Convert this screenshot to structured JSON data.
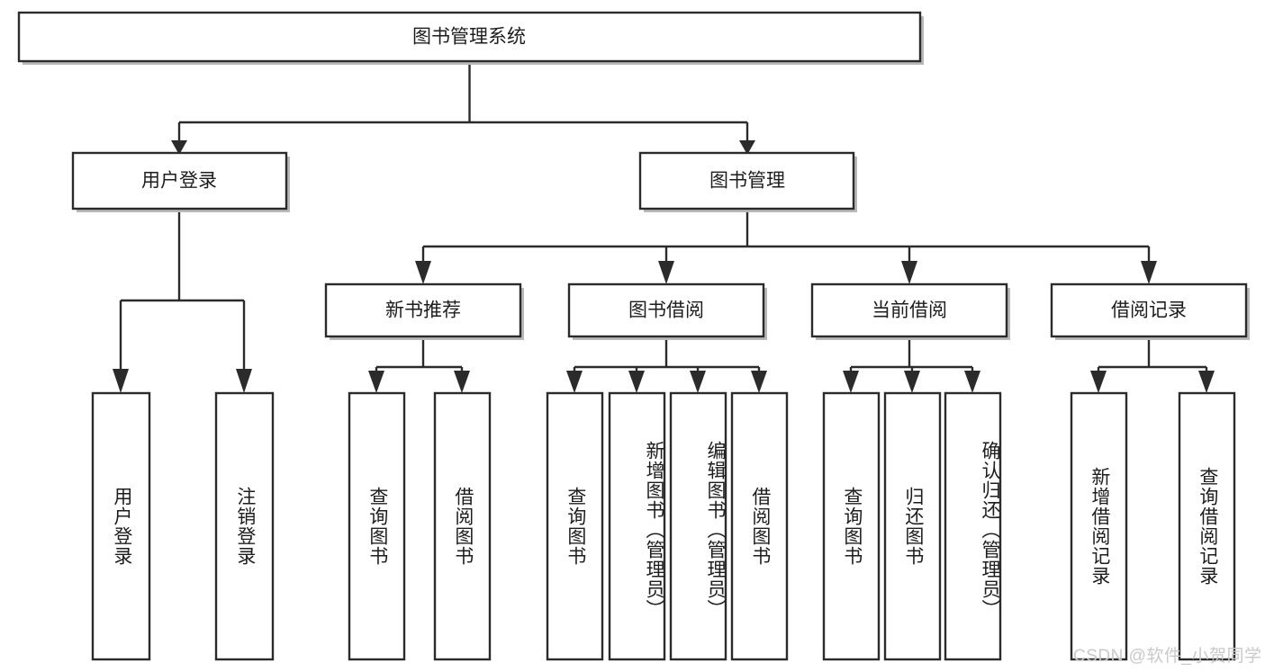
{
  "diagram": {
    "title": "图书管理系统",
    "type": "tree-hierarchy",
    "watermark": "CSDN @软件_小贺同学",
    "colors": {
      "stroke": "#2b2b2b",
      "fill": "#ffffff",
      "text": "#1d1d1d",
      "shadow": "#b9b9b9",
      "watermark": "#c9c9c9"
    },
    "levels": {
      "level1": [
        {
          "id": "root",
          "label": "图书管理系统",
          "orient": "horizontal"
        }
      ],
      "level2": [
        {
          "id": "user-login",
          "label": "用户登录",
          "orient": "horizontal"
        },
        {
          "id": "book-manage",
          "label": "图书管理",
          "orient": "horizontal"
        }
      ],
      "level3": [
        {
          "id": "new-book-rec",
          "label": "新书推荐",
          "orient": "horizontal"
        },
        {
          "id": "book-borrow",
          "label": "图书借阅",
          "orient": "horizontal"
        },
        {
          "id": "current-borrow",
          "label": "当前借阅",
          "orient": "horizontal"
        },
        {
          "id": "borrow-record",
          "label": "借阅记录",
          "orient": "horizontal"
        }
      ],
      "level4": [
        {
          "id": "leaf-user-login",
          "label": "用户登录",
          "orient": "vertical",
          "parent": "user-login"
        },
        {
          "id": "leaf-logout",
          "label": "注销登录",
          "orient": "vertical",
          "parent": "user-login"
        },
        {
          "id": "leaf-query-book-1",
          "label": "查询图书",
          "orient": "vertical",
          "parent": "new-book-rec"
        },
        {
          "id": "leaf-borrow-book-1",
          "label": "借阅图书",
          "orient": "vertical",
          "parent": "new-book-rec"
        },
        {
          "id": "leaf-query-book-2",
          "label": "查询图书",
          "orient": "vertical",
          "parent": "book-borrow"
        },
        {
          "id": "leaf-add-book",
          "label": "新增图书（管理员）",
          "orient": "vertical",
          "parent": "book-borrow"
        },
        {
          "id": "leaf-edit-book",
          "label": "编辑图书（管理员）",
          "orient": "vertical",
          "parent": "book-borrow"
        },
        {
          "id": "leaf-borrow-book-2",
          "label": "借阅图书",
          "orient": "vertical",
          "parent": "book-borrow"
        },
        {
          "id": "leaf-query-book-3",
          "label": "查询图书",
          "orient": "vertical",
          "parent": "current-borrow"
        },
        {
          "id": "leaf-return-book",
          "label": "归还图书",
          "orient": "vertical",
          "parent": "current-borrow"
        },
        {
          "id": "leaf-confirm-return",
          "label": "确认归还（管理员）",
          "orient": "vertical",
          "parent": "current-borrow"
        },
        {
          "id": "leaf-add-record",
          "label": "新增借阅记录",
          "orient": "vertical",
          "parent": "borrow-record"
        },
        {
          "id": "leaf-query-record",
          "label": "查询借阅记录",
          "orient": "vertical",
          "parent": "borrow-record"
        }
      ]
    }
  }
}
